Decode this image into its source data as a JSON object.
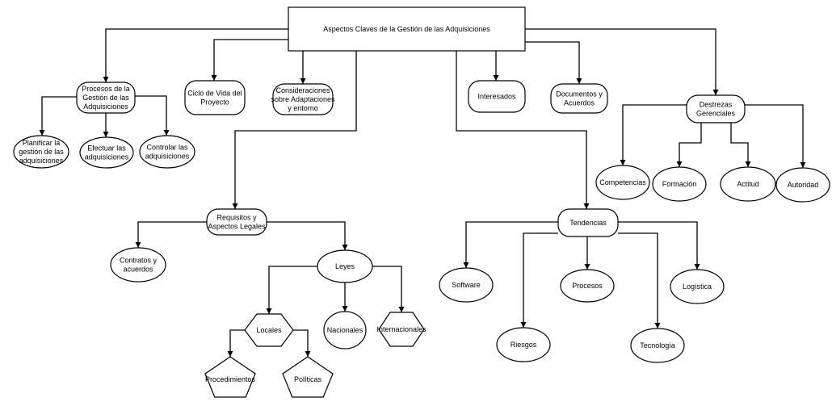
{
  "diagram": {
    "nodes": {
      "root": [
        "Aspectos Claves de la Gestión de las Adquisiciones"
      ],
      "procesos": [
        "Procesos de la",
        "Gestión de las",
        "Adquisiciones"
      ],
      "ciclo": [
        "Ciclo de Vida del",
        "Proyecto"
      ],
      "consideraciones": [
        "Consideraciones",
        "sobre Adaptaciones",
        "y entorno"
      ],
      "interesados": [
        "Interesados"
      ],
      "documentos": [
        "Documentos y",
        "Acuerdos"
      ],
      "destrezas": [
        "Destrezas",
        "Gerenciales"
      ],
      "planificar": [
        "Planificar la",
        "gestión de las",
        "adquisiciones"
      ],
      "efectuar": [
        "Efectuar las",
        "adquisiciones"
      ],
      "controlar": [
        "Controlar las",
        "adquisiciones"
      ],
      "competencias": [
        "Competencias"
      ],
      "formacion": [
        "Formación"
      ],
      "actitud": [
        "Actitud"
      ],
      "autoridad": [
        "Autoridad"
      ],
      "requisitos": [
        "Requisitos y",
        "Aspectos Legales"
      ],
      "contratos": [
        "Contratos y",
        "acuerdos"
      ],
      "leyes": [
        "Leyes"
      ],
      "locales": [
        "Locales"
      ],
      "nacionales": [
        "Nacionales"
      ],
      "internacionales": [
        "Internacionales"
      ],
      "procedimientos": [
        "Procedimientos"
      ],
      "politicas": [
        "Políticas"
      ],
      "tendencias": [
        "Tendencias"
      ],
      "software": [
        "Software"
      ],
      "procesos_t": [
        "Procesos"
      ],
      "logistica": [
        "Logística"
      ],
      "riesgos": [
        "Riesgos"
      ],
      "tecnologia": [
        "Tecnología"
      ]
    }
  }
}
